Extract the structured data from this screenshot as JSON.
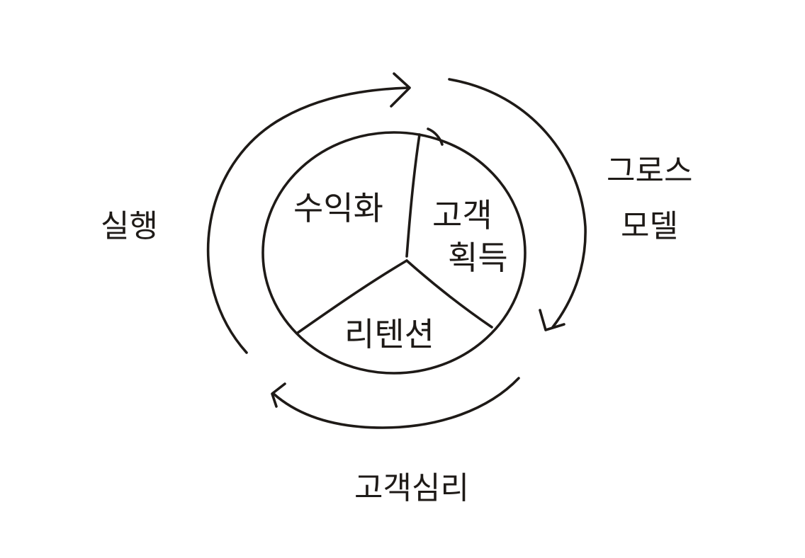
{
  "diagram": {
    "ink_color": "#1e1a17",
    "background": "#ffffff",
    "inner_segments": {
      "monetization": "수익화",
      "acquisition_line1": "고객",
      "acquisition_line2": "획득",
      "retention": "리텐션"
    },
    "outer_labels": {
      "growth_model_line1": "그로스",
      "growth_model_line2": "모델",
      "customer_psychology": "고객심리",
      "execution": "실행"
    }
  }
}
